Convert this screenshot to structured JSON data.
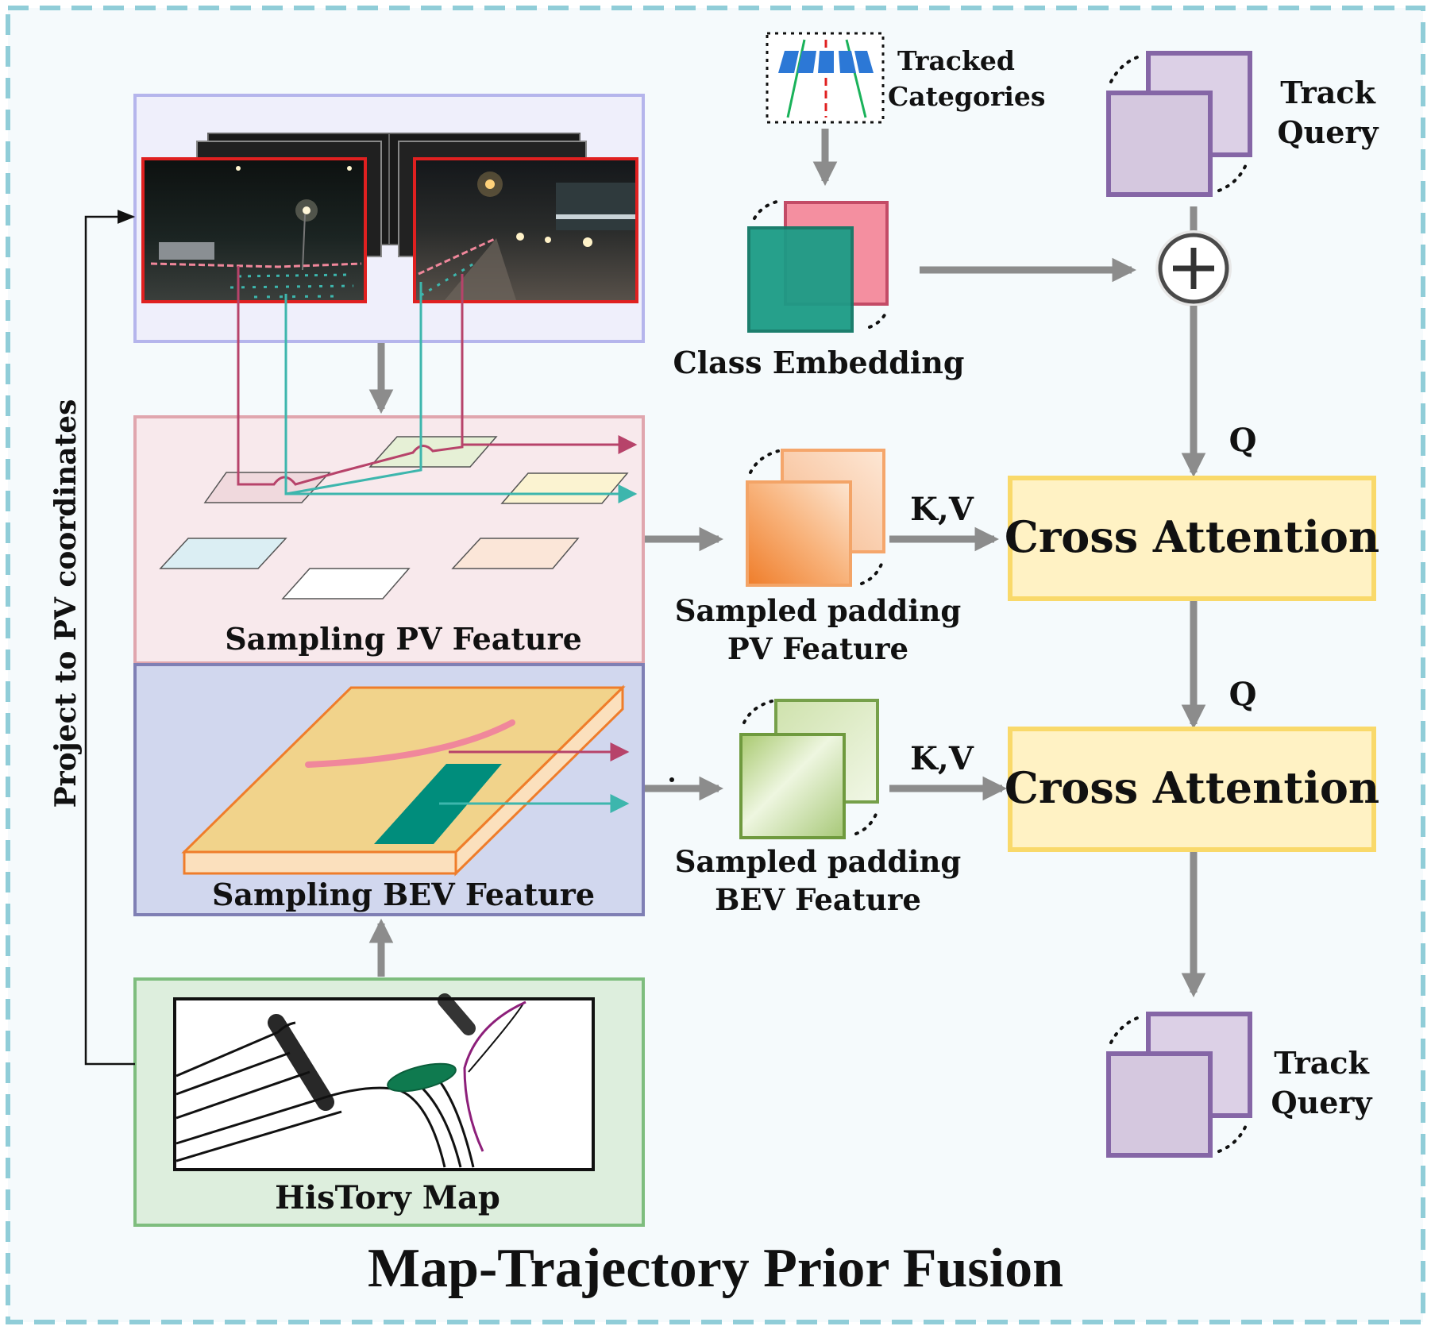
{
  "diagram": {
    "title": "Map-Trajectory Prior Fusion",
    "side_label": "Project to PV  coordinates",
    "tracked_categories": [
      "Tracked",
      "Categories"
    ],
    "class_embedding": "Class Embedding",
    "track_query_top": [
      "Track",
      "Query"
    ],
    "track_query_bottom": [
      "Track",
      "Query"
    ],
    "sampling_pv": "Sampling PV Feature",
    "sampling_bev": "Sampling BEV Feature",
    "history_map": "HisTory Map",
    "sampled_pv": [
      "Sampled padding",
      "PV Feature"
    ],
    "sampled_bev": [
      "Sampled padding",
      "BEV Feature"
    ],
    "kv_label": "K,V",
    "q_label": "Q",
    "cross_attention": "Cross Attention",
    "plus_symbol": "+"
  },
  "colors": {
    "frame": "#90cdd8",
    "background": "#f5fafc",
    "arrow": "#8c8c8c",
    "pv_box_fill": "#f8e9ec",
    "pv_box_stroke": "#e0a6ae",
    "bev_box_fill": "#d1d7ee",
    "bev_box_stroke": "#7f7fb4",
    "camera_box_fill": "#efeffb",
    "camera_box_stroke": "#b5b5ec",
    "history_box_fill": "#ddeedd",
    "history_box_stroke": "#7ebd7e",
    "cross_attention_fill": "#fff2c4",
    "cross_attention_stroke": "#f9d96a",
    "track_query_fill": "#d5c8df",
    "track_query_stroke": "#8566a6",
    "teal": "#1f9a87",
    "pink": "#f0879b",
    "orange": "#f3a467",
    "green": "#8db54c",
    "path_red": "#b7436a",
    "path_teal": "#3db6ad"
  }
}
